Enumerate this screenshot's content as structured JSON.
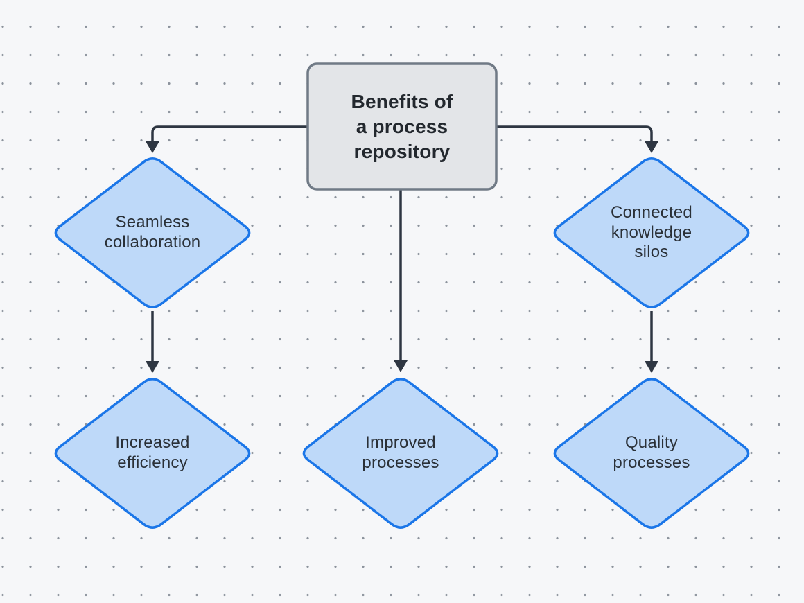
{
  "diagram": {
    "title": "Benefits of a process repository",
    "colors": {
      "background": "#f6f7f9",
      "dot": "#8b929c",
      "edge": "#2e3642",
      "diamond_fill": "#bed9f9",
      "diamond_border": "#1b76e8",
      "rect_fill": "#e3e5e8",
      "rect_border": "#707a86",
      "rect_text": "#23282e",
      "diamond_text": "#2a3037"
    },
    "nodes": {
      "root": {
        "label": "Benefits of\na process\nrepository",
        "shape": "rounded-rectangle"
      },
      "seamless_collaboration": {
        "label": "Seamless\ncollaboration",
        "shape": "diamond"
      },
      "connected_knowledge_silos": {
        "label": "Connected\nknowledge\nsilos",
        "shape": "diamond"
      },
      "increased_efficiency": {
        "label": "Increased\nefficiency",
        "shape": "diamond"
      },
      "improved_processes": {
        "label": "Improved\nprocesses",
        "shape": "diamond"
      },
      "quality_processes": {
        "label": "Quality\nprocesses",
        "shape": "diamond"
      }
    },
    "edges": [
      {
        "from": "root",
        "to": "seamless_collaboration"
      },
      {
        "from": "root",
        "to": "connected_knowledge_silos"
      },
      {
        "from": "root",
        "to": "improved_processes"
      },
      {
        "from": "seamless_collaboration",
        "to": "increased_efficiency"
      },
      {
        "from": "connected_knowledge_silos",
        "to": "quality_processes"
      }
    ]
  }
}
